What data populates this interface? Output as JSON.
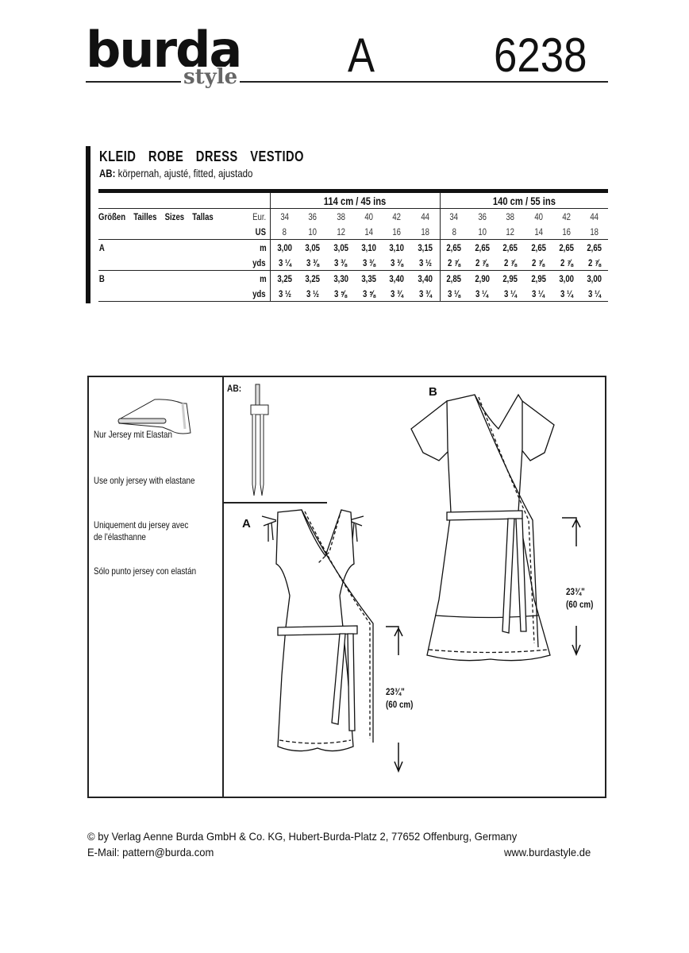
{
  "header": {
    "brand": "burda",
    "brand_sub": "style",
    "view_letter": "A",
    "pattern_number": "6238"
  },
  "title_block": {
    "title": "KLEID  ROBE  DRESS  VESTIDO",
    "subtitle_prefix": "AB:",
    "subtitle_text": " körpernah, ajusté, fitted, ajustado"
  },
  "yardage_table": {
    "sizes_label": "Größen  Tailles  Sizes  Tallas",
    "eur_label": "Eur.",
    "us_label": "US",
    "widths": [
      {
        "label": "114 cm / 45 ins"
      },
      {
        "label": "140 cm / 55 ins"
      }
    ],
    "eur_sizes": [
      "34",
      "36",
      "38",
      "40",
      "42",
      "44",
      "34",
      "36",
      "38",
      "40",
      "42",
      "44"
    ],
    "us_sizes": [
      "8",
      "10",
      "12",
      "14",
      "16",
      "18",
      "8",
      "10",
      "12",
      "14",
      "16",
      "18"
    ],
    "views": [
      {
        "label": "A",
        "m_unit": "m",
        "yds_unit": "yds",
        "m": [
          "3,00",
          "3,05",
          "3,05",
          "3,10",
          "3,10",
          "3,15",
          "2,65",
          "2,65",
          "2,65",
          "2,65",
          "2,65",
          "2,65"
        ],
        "yds": [
          "3 ¼",
          "3 ⅜",
          "3 ⅜",
          "3 ⅜",
          "3 ⅜",
          "3 ½",
          "2 ⅞",
          "2 ⅞",
          "2 ⅞",
          "2 ⅞",
          "2 ⅞",
          "2 ⅞"
        ]
      },
      {
        "label": "B",
        "m_unit": "m",
        "yds_unit": "yds",
        "m": [
          "3,25",
          "3,25",
          "3,30",
          "3,35",
          "3,40",
          "3,40",
          "2,85",
          "2,90",
          "2,95",
          "2,95",
          "3,00",
          "3,00"
        ],
        "yds": [
          "3 ½",
          "3 ½",
          "3 ⅝",
          "3 ⅝",
          "3 ¾",
          "3 ¾",
          "3 ⅛",
          "3 ¼",
          "3 ¼",
          "3 ¼",
          "3 ¼",
          "3 ¼"
        ]
      }
    ]
  },
  "fabric_notes": {
    "icon": "folded-fabric-icon",
    "de": "Nur Jersey mit Elastan",
    "en": "Use only jersey with elastane",
    "fr_line1": "Uniquement du jersey avec",
    "fr_line2": "de l'élasthanne",
    "es": "Sólo punto jersey con elastán"
  },
  "needle": {
    "label": "AB:",
    "icon": "twin-needle-icon"
  },
  "views": {
    "a": {
      "label": "A",
      "length_in": "23¾\"",
      "length_cm": "(60 cm)"
    },
    "b": {
      "label": "B",
      "length_in": "23¾\"",
      "length_cm": "(60 cm)"
    }
  },
  "footer": {
    "copyright": "© by Verlag Aenne Burda GmbH & Co. KG, Hubert-Burda-Platz 2, 77652 Offenburg, Germany",
    "email": "E-Mail: pattern@burda.com",
    "website": "www.burdastyle.de"
  }
}
